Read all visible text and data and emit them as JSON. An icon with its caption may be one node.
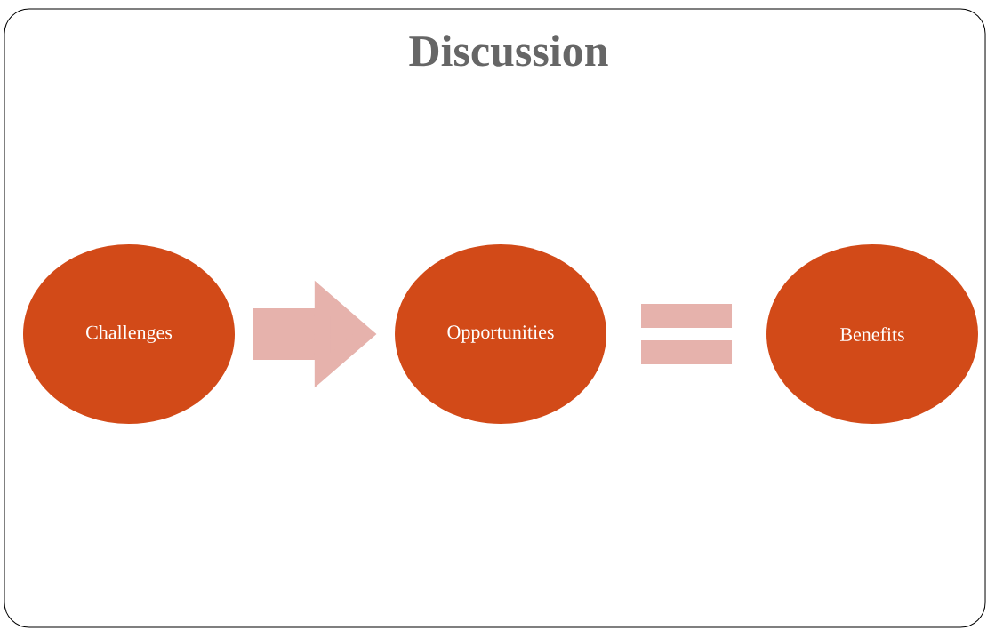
{
  "diagram": {
    "title": "Discussion",
    "nodes": [
      {
        "text": [
          "Challenges"
        ]
      },
      {
        "text": [
          "Opportunities"
        ]
      },
      {
        "text": [
          "Benefits"
        ]
      }
    ],
    "edges": [
      {
        "from": 0,
        "to": 1,
        "arrow": "to"
      }
    ]
  }
}
